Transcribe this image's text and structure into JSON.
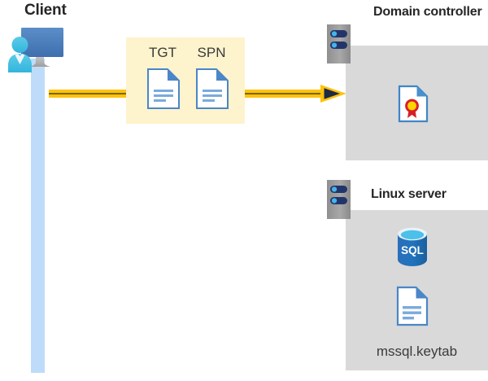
{
  "diagram": {
    "title_alt": "Kerberos authentication flow between client, domain controller and Linux server",
    "background": "#ffffff"
  },
  "client": {
    "title": "Client",
    "icon_name": "user-at-monitor-icon",
    "lifeline_color": "#bedcfa",
    "monitor_color": "#4a7ebb",
    "person_color": "#41bce0"
  },
  "message": {
    "box_color": "#fdf3cd",
    "items": [
      {
        "label": "TGT",
        "icon_name": "document-icon"
      },
      {
        "label": "SPN",
        "icon_name": "document-icon"
      }
    ]
  },
  "arrow": {
    "name": "client-to-dc-arrow",
    "body_color": "#ffc20e",
    "head_color": "#1f2a44",
    "direction": "right"
  },
  "domain_controller": {
    "title": "Domain controller",
    "server_icon_name": "server-icon",
    "panel_color": "#d9d9d9",
    "contents": [
      {
        "label": "",
        "icon_name": "certificate-document-icon"
      }
    ]
  },
  "linux_server": {
    "title": "Linux server",
    "server_icon_name": "server-icon",
    "panel_color": "#d9d9d9",
    "contents": [
      {
        "label": "SQL",
        "icon_name": "sql-database-icon"
      },
      {
        "label": "mssql.keytab",
        "icon_name": "document-icon"
      }
    ],
    "keytab_label": "mssql.keytab"
  },
  "colors": {
    "accent_yellow": "#ffc20e",
    "panel_gray": "#d9d9d9",
    "server_gray": "#9a9a9a",
    "doc_blue": "#4a86c8",
    "sql_blue": "#1f6fb5",
    "text_dark": "#262626"
  }
}
